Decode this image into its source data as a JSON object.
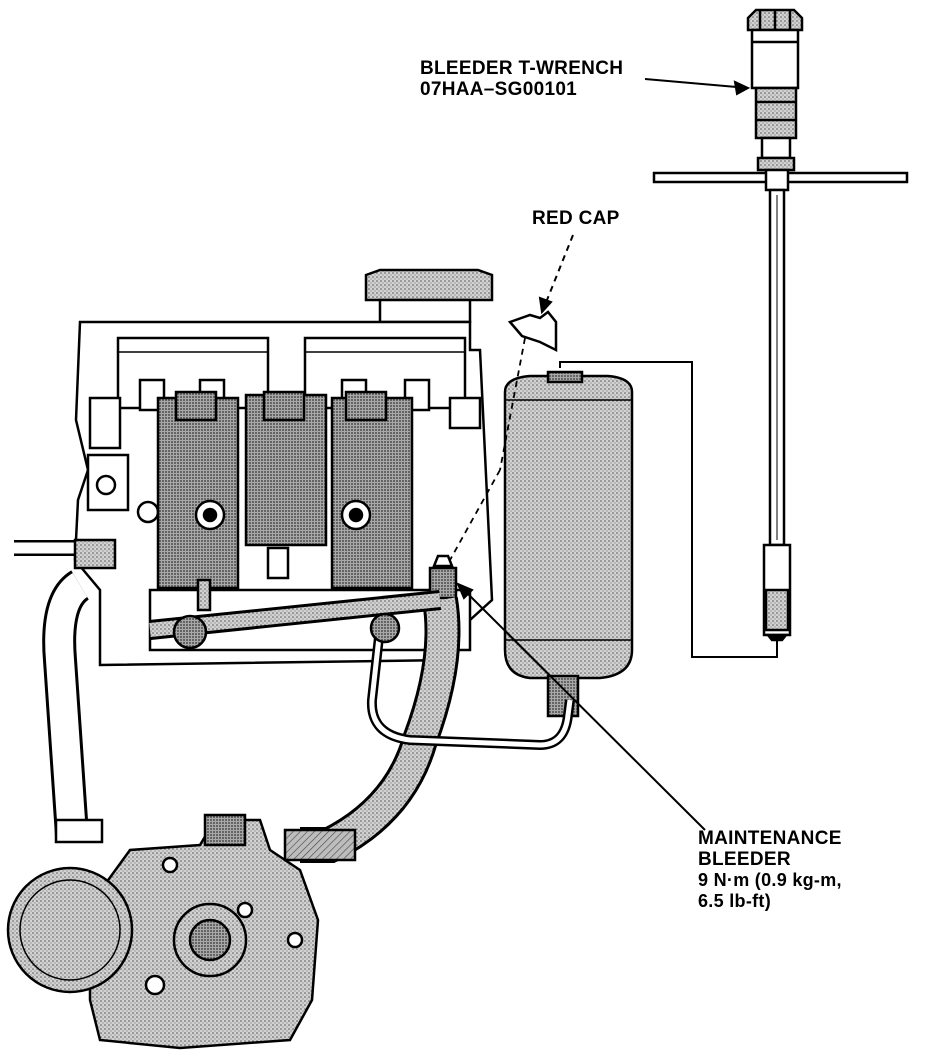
{
  "labels": {
    "wrench": {
      "line1": "BLEEDER T-WRENCH",
      "line2": "07HAA–SG00101"
    },
    "red_cap": "RED CAP",
    "bleeder": {
      "line1": "MAINTENANCE",
      "line2": "BLEEDER",
      "line3": "9 N·m (0.9 kg-m,",
      "line4": "6.5 lb-ft)"
    }
  },
  "colors": {
    "ink": "#000000",
    "shade": "#9a9a9a",
    "light_shade": "#c8c8c8",
    "paper": "#ffffff"
  }
}
